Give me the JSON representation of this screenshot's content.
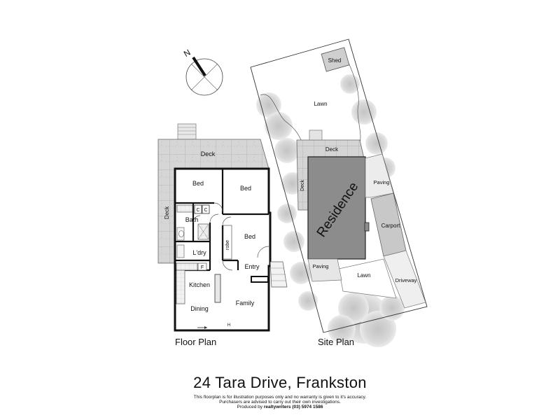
{
  "compass": {
    "north_label": "N"
  },
  "floor_plan": {
    "caption": "Floor Plan",
    "rooms": {
      "deck_top": "Deck",
      "deck_side": "Deck",
      "bed_1": "Bed",
      "bed_2": "Bed",
      "bed_3": "Bed",
      "bath": "Bath",
      "laundry": "L'dry",
      "robe": "robe",
      "entry": "Entry",
      "kitchen": "Kitchen",
      "dining": "Dining",
      "family": "Family",
      "cupboard_1": "C",
      "cupboard_2": "C",
      "fridge": "F",
      "heater": "H"
    }
  },
  "site_plan": {
    "caption": "Site Plan",
    "areas": {
      "shed": "Shed",
      "lawn_back": "Lawn",
      "deck_top": "Deck",
      "deck_side": "Deck",
      "residence": "Residence",
      "paving_right": "Paving",
      "carport": "Carport",
      "paving_left": "Paving",
      "lawn_front": "Lawn",
      "driveway": "Driveway"
    }
  },
  "title": "24 Tara Drive, Frankston",
  "disclaimer": {
    "line1": "This floorplan is for illustration purposes only and no warranty is given to it's accuracy.",
    "line2": "Purchasers are advised to carry out their own investigations.",
    "line3_prefix": "Produced by",
    "line3_brand": "realtywriters",
    "line3_phone": "(03) 5974 1586"
  }
}
